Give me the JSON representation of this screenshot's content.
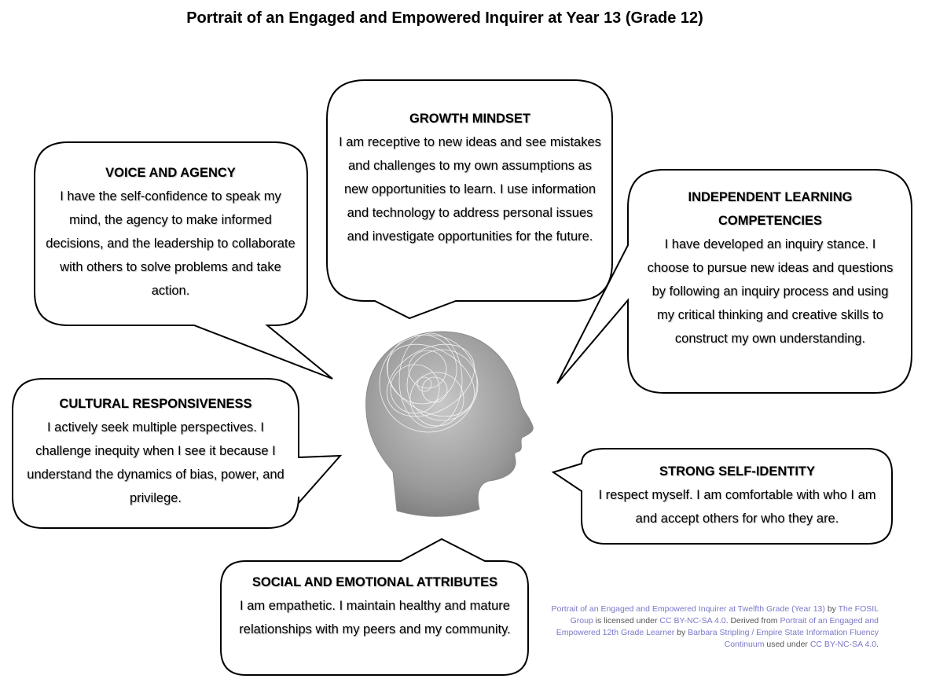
{
  "title": "Portrait of an Engaged and Empowered Inquirer at Year 13 (Grade 12)",
  "colors": {
    "bubble_stroke": "#000000",
    "bubble_fill": "#ffffff",
    "link": "#7a78c8",
    "head": "#9e9e9e"
  },
  "center_icon": "head-with-spiral-icon",
  "bubbles": [
    {
      "heading": "GROWTH MINDSET",
      "body": "I am receptive to new ideas and see mistakes and challenges to my own assumptions as new opportunities to learn.  I use information and technology to address personal issues and investigate opportunities for the future."
    },
    {
      "heading": "VOICE AND AGENCY",
      "body": "I have the self-confidence to speak my mind, the agency to make informed decisions, and the leadership to collaborate with others to solve problems and take action."
    },
    {
      "heading": "INDEPENDENT LEARNING COMPETENCIES",
      "body": "I have developed an inquiry stance.  I choose to pursue new ideas and questions by following an inquiry process and using my critical thinking and creative skills to construct my own understanding."
    },
    {
      "heading": "CULTURAL RESPONSIVENESS",
      "body": "I actively seek multiple perspectives.  I challenge inequity when I see it because I understand the dynamics of bias, power, and privilege."
    },
    {
      "heading": "STRONG SELF-IDENTITY",
      "body": "I respect myself.  I am comfortable with who I am and accept others for who they are."
    },
    {
      "heading": "SOCIAL AND EMOTIONAL ATTRIBUTES",
      "body": "I am empathetic.  I maintain healthy and mature relationships with my peers and my community."
    }
  ],
  "credit": {
    "work_title": "Portrait of an Engaged and Empowered Inquirer at Twelfth Grade (Year 13)",
    "by1": " by ",
    "author": "The FOSIL Group",
    "licensed": " is licensed under ",
    "license1": "CC BY-NC-SA 4.0",
    "derived": ". Derived from ",
    "source_title": "Portrait of an Engaged and Empowered 12th Grade Learner",
    "by2": " by ",
    "source_author": "Barbara Stripling / Empire State Information Fluency Continuum",
    "used": " used under ",
    "license2": "CC BY-NC-SA 4.0",
    "end": "."
  }
}
